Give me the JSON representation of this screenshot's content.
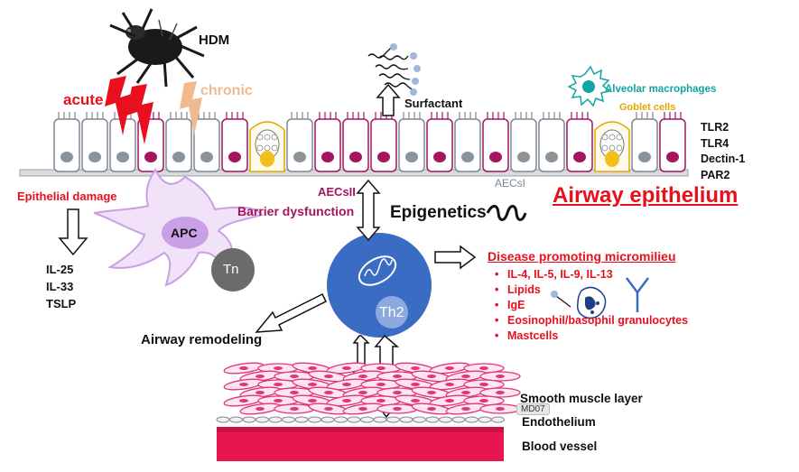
{
  "labels": {
    "hdm": "HDM",
    "acute": "acute",
    "chronic": "chronic",
    "surfactant": "Surfactant",
    "alveolar_macrophages": "Alveolar macrophages",
    "goblet_cells": "Goblet cells",
    "aecsii": "AECsII",
    "aecsi": "AECsI",
    "barrier_dysfunction": "Barrier dysfunction",
    "epigenetics": "Epigenetics",
    "airway_epithelium": "Airway epithelium",
    "epithelial_damage": "Epithelial damage",
    "apc": "APC",
    "tn": "Tn",
    "th2": "Th2",
    "airway_remodeling": "Airway remodeling",
    "disease_promoting": "Disease promoting micromilieu",
    "smooth_muscle": "Smooth muscle layer",
    "endothelium": "Endothelium",
    "blood_vessel": "Blood vessel",
    "watermark": "MD07"
  },
  "receptors": [
    "TLR2",
    "TLR4",
    "Dectin-1",
    "PAR2"
  ],
  "cytokines": [
    "IL-25",
    "IL-33",
    "TSLP"
  ],
  "micromilieu_items": [
    "IL-4, IL-5, IL-9, IL-13",
    "Lipids",
    "IgE",
    "Eosinophil/basophil granulocytes",
    "Mastcells"
  ],
  "colors": {
    "red": "#e8101e",
    "magenta": "#a4145f",
    "apc_purple": "#c9a0e6",
    "th2_blue": "#3b6cc4",
    "tn_grey": "#6b6b6b",
    "goblet_yellow": "#f2c019",
    "macrophage_teal": "#12a3a3",
    "chronic_peach": "#f1b98f",
    "muscle_pink": "#e0357e",
    "vessel_red": "#e8164e"
  }
}
